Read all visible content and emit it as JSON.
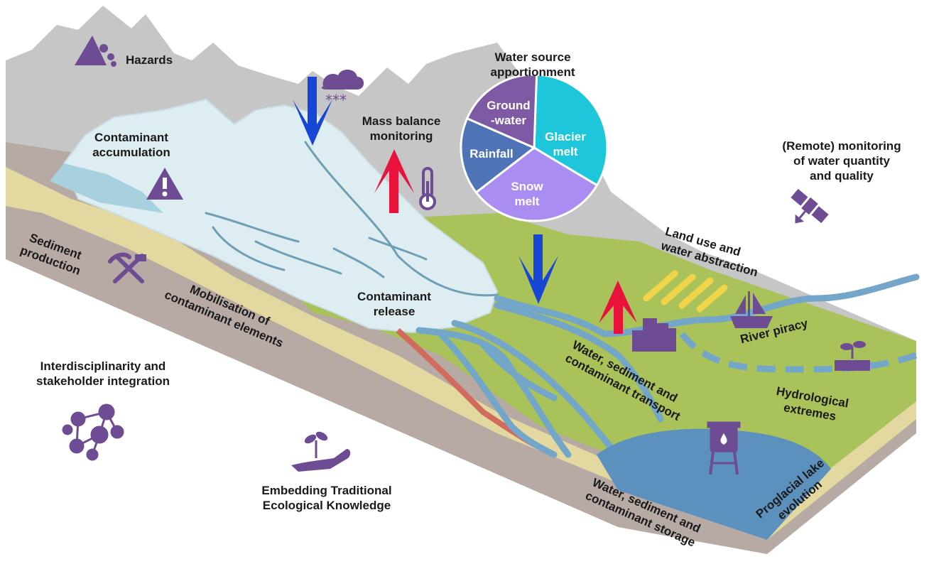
{
  "title": "",
  "pie": {
    "heading_line1": "Water source",
    "heading_line2": "apportionment",
    "segments": [
      {
        "label_line1": "Glacier",
        "label_line2": "melt",
        "share": 0.33,
        "color": "#1ec6dc"
      },
      {
        "label_line1": "Snow",
        "label_line2": "melt",
        "share": 0.31,
        "color": "#a98df2"
      },
      {
        "label_line1": "Rainfall",
        "label_line2": "",
        "share": 0.17,
        "color": "#4f73b7"
      },
      {
        "label_line1": "Ground",
        "label_line2": "-water",
        "share": 0.19,
        "color": "#7e5aa5"
      }
    ]
  },
  "labels": {
    "hazards": "Hazards",
    "contaminant_accumulation_1": "Contaminant",
    "contaminant_accumulation_2": "accumulation",
    "mass_balance_1": "Mass balance",
    "mass_balance_2": "monitoring",
    "remote_monitoring_1": "(Remote) monitoring",
    "remote_monitoring_2": "of water quantity",
    "remote_monitoring_3": "and quality",
    "land_use_1": "Land use and",
    "land_use_2": "water abstraction",
    "sediment_production_1": "Sediment",
    "sediment_production_2": "production",
    "mobilisation_1": "Mobilisation of",
    "mobilisation_2": "contaminant elements",
    "contaminant_release_1": "Contaminant",
    "contaminant_release_2": "release",
    "river_piracy": "River piracy",
    "transport_1": "Water, sediment and",
    "transport_2": "contaminant transport",
    "hydrological_1": "Hydrological",
    "hydrological_2": "extremes",
    "interdisciplinarity_1": "Interdisciplinarity and",
    "interdisciplinarity_2": "stakeholder integration",
    "tek_1": "Embedding Traditional",
    "tek_2": "Ecological Knowledge",
    "storage_1": "Water, sediment and",
    "storage_2": "contaminant storage",
    "proglacial_1": "Proglacial lake",
    "proglacial_2": "evolution"
  },
  "colors": {
    "mountain": "#c6c6c6",
    "valley_floor": "#a9c25a",
    "glacier": "#ddedf1",
    "water": "#73a6c8",
    "block_side": "#b7aaa4",
    "sand": "#e3d8a0",
    "icon_purple": "#6e4c93",
    "arrow_blue": "#1746d6",
    "arrow_red": "#e8123a",
    "field_yellow": "#f0d44a"
  },
  "icons": [
    "rockfall-icon",
    "snow-cloud-icon",
    "warning-icon",
    "thermometer-icon",
    "satellite-icon",
    "hammer-pick-icon",
    "buildings-icon",
    "ship-icon",
    "drought-plant-icon",
    "network-people-icon",
    "hand-plant-icon",
    "water-tower-icon"
  ]
}
